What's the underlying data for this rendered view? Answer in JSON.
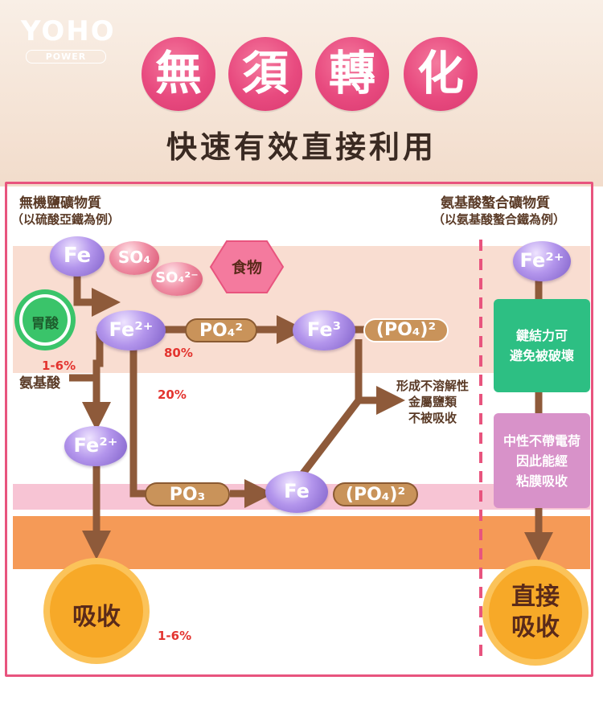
{
  "logo": {
    "brand": "YOHO",
    "sub": "POWER"
  },
  "title": {
    "chars": [
      "無",
      "須",
      "轉",
      "化"
    ],
    "subtitle": "快速有效直接利用"
  },
  "left_panel": {
    "heading": "無機鹽礦物質",
    "subheading": "（以硫酸亞鐵為例）",
    "fe": "Fe",
    "so4_a": "SO₄",
    "so4_b": "SO₄²⁻",
    "food": "食物",
    "stomach_acid": "胃酸",
    "fe2": "Fe²⁺",
    "po4_2": "PO₄²",
    "fe3": "Fe³",
    "po4_pair": "(PO₄)²",
    "pct_80": "80%",
    "pct_20": "20%",
    "pct_left": "1-6%",
    "amino_acid": "氨基酸",
    "insoluble": [
      "形成不溶解性",
      "金屬鹽類",
      "不被吸收"
    ],
    "fe2_lower": "Fe²⁺",
    "po3": "PO₃",
    "fe_bottom": "Fe",
    "po4_pair_bottom": "(PO₄)²",
    "absorb": "吸收",
    "pct_bottom": "1-6%"
  },
  "right_panel": {
    "heading": "氨基酸螯合礦物質",
    "subheading": "（以氨基酸螯合鐵為例）",
    "fe2": "Fe²⁺",
    "green_box": [
      "鍵結力可",
      "避免被破壞"
    ],
    "purple_box": [
      "中性不帶電荷",
      "因此能經",
      "粘膜吸收"
    ],
    "absorb": [
      "直接",
      "吸收"
    ]
  },
  "colors": {
    "brand_pink": "#e8547e",
    "arrow_brown": "#8e5a3a",
    "band_peach": "#f9ddd1",
    "band_pink": "#f7c4d4",
    "band_orange": "#f59a57",
    "green_box": "#2dbf83",
    "purple_box": "#d892c9",
    "badge_yellow": "#f7a928",
    "acid_green": "#3ac46a"
  }
}
